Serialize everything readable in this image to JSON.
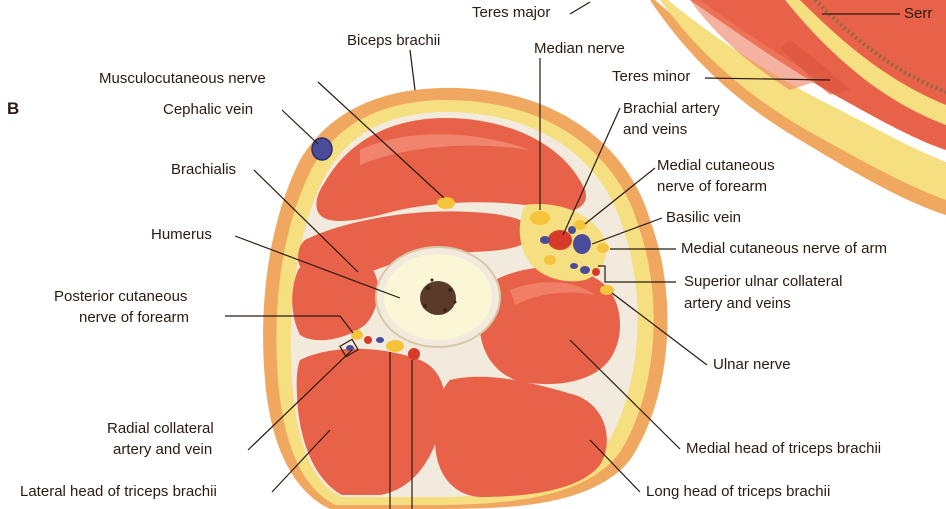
{
  "figure": {
    "panel_letter": "B"
  },
  "labels": {
    "teres_major": "Teres major",
    "serratus": "Serr",
    "biceps_brachii": "Biceps brachii",
    "median_nerve": "Median nerve",
    "musculocutaneous_nerve": "Musculocutaneous nerve",
    "teres_minor": "Teres minor",
    "cephalic_vein": "Cephalic vein",
    "brachial_artery_line1": "Brachial artery",
    "brachial_artery_line2": "and veins",
    "medial_cutaneous_forearm_line1": "Medial cutaneous",
    "medial_cutaneous_forearm_line2": "nerve of forearm",
    "brachialis": "Brachialis",
    "basilic_vein": "Basilic vein",
    "humerus": "Humerus",
    "medial_cutaneous_arm": "Medial cutaneous nerve of arm",
    "superior_ulnar_line1": "Superior ulnar collateral",
    "superior_ulnar_line2": "artery and veins",
    "posterior_cutaneous_line1": "Posterior cutaneous",
    "posterior_cutaneous_line2": "nerve of forearm",
    "ulnar_nerve": "Ulnar nerve",
    "radial_collateral_line1": "Radial collateral",
    "radial_collateral_line2": "artery and vein",
    "medial_head_triceps": "Medial head of triceps brachii",
    "lateral_head_triceps": "Lateral head of triceps brachii",
    "long_head_triceps": "Long head of triceps brachii"
  },
  "colors": {
    "skin": "#f0a860",
    "fat": "#f6df80",
    "muscle": "#e8624a",
    "muscle_light": "#f07e63",
    "fascia": "#f2eadc",
    "bone": "#fbf6d6",
    "marrow": "#5a3a28",
    "nerve": "#f5c43a",
    "artery": "#d63a2a",
    "vein": "#4a4c9a",
    "line": "#2a1a10"
  }
}
